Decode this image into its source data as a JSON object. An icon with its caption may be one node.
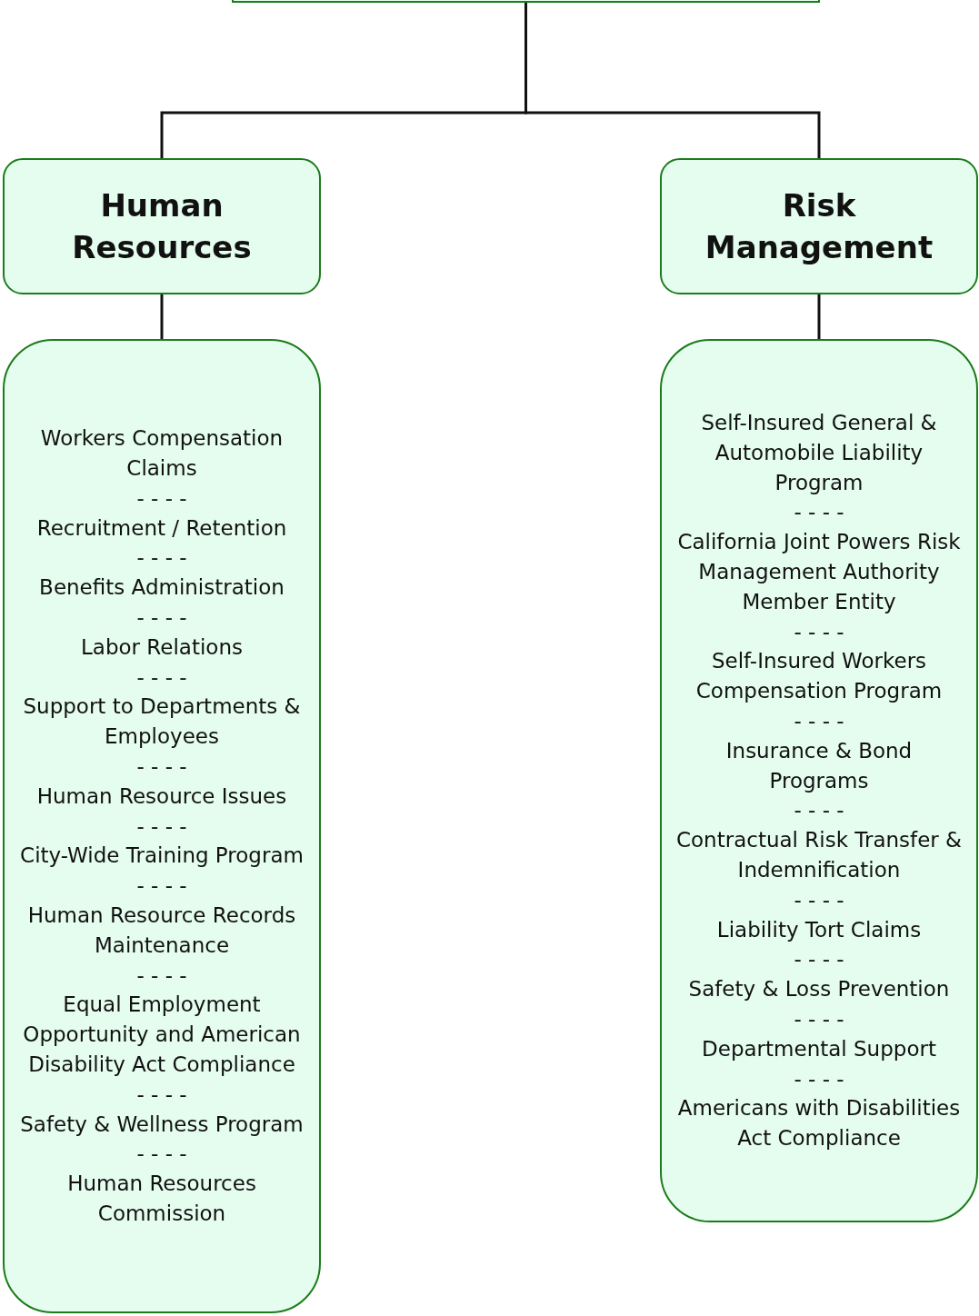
{
  "diagram": {
    "nodes": [
      {
        "text": [],
        "shape": "box"
      },
      {
        "text": [
          "Human Resources"
        ]
      },
      {
        "text": [
          "Risk Management"
        ]
      },
      {
        "text": [
          "Workers Compensation Claims",
          "- - - -",
          "Recruitment / Retention",
          "- - - -",
          "Benefits Administration",
          "- - - -",
          "Labor Relations",
          "- - - -",
          "Support to Departments & Employees",
          "- - - -",
          "Human Resource Issues",
          "- - - -",
          "City-Wide Training Program",
          "- - - -",
          "Human Resource Records Maintenance",
          "- - - -",
          "Equal Employment Opportunity and American Disability Act Compliance",
          "- - - -",
          "Safety & Wellness Program",
          "- - - -",
          "Human Resources Commission"
        ]
      },
      {
        "text": [
          "Self-Insured General & Automobile Liability Program",
          "- - - -",
          "California Joint Powers Risk Management Authority Member Entity",
          "- - - -",
          "Self-Insured Workers Compensation Program",
          "- - - -",
          "Insurance & Bond Programs",
          "- - - -",
          "Contractual Risk Transfer & Indemnification",
          "- - - -",
          "Liability Tort Claims",
          "- - - -",
          "Safety & Loss Prevention",
          "- - - -",
          "Departmental Support",
          "- - - -",
          "Americans with Disabilities Act Compliance"
        ]
      }
    ],
    "edges": [
      {
        "from": 0,
        "to": 1,
        "arrow": "none"
      },
      {
        "from": 0,
        "to": 2,
        "arrow": "none"
      },
      {
        "from": 1,
        "to": 3,
        "arrow": "none"
      },
      {
        "from": 2,
        "to": 4,
        "arrow": "none"
      }
    ]
  }
}
